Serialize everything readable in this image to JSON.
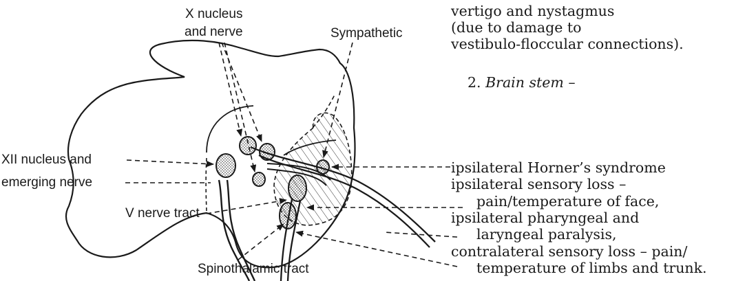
{
  "labels": {
    "x_nucleus_line1": "X nucleus",
    "x_nucleus_line2": "and nerve",
    "sympathetic": "Sympathetic",
    "xii_line1": "XII nucleus and",
    "xii_line2": "emerging nerve",
    "v_tract": "V nerve tract",
    "spinothalamic": "Spinothalamic tract"
  },
  "notes": {
    "vertigo": [
      "vertigo and nystagmus",
      "(due to damage to",
      "vestibulo-floccular connections)."
    ],
    "brainstem_number": "2.",
    "brainstem_heading": "Brain stem",
    "brainstem_dash": " –",
    "deficits": [
      "ipsilateral Horner’s syndrome",
      "ipsilateral sensory loss –",
      "pain/temperature of face,",
      "ipsilateral pharyngeal and",
      "laryngeal paralysis,",
      "contralateral sensory loss – pain/",
      "temperature of limbs and trunk."
    ]
  },
  "colors": {
    "ink": "#1a1a1a",
    "background": "#ffffff"
  }
}
